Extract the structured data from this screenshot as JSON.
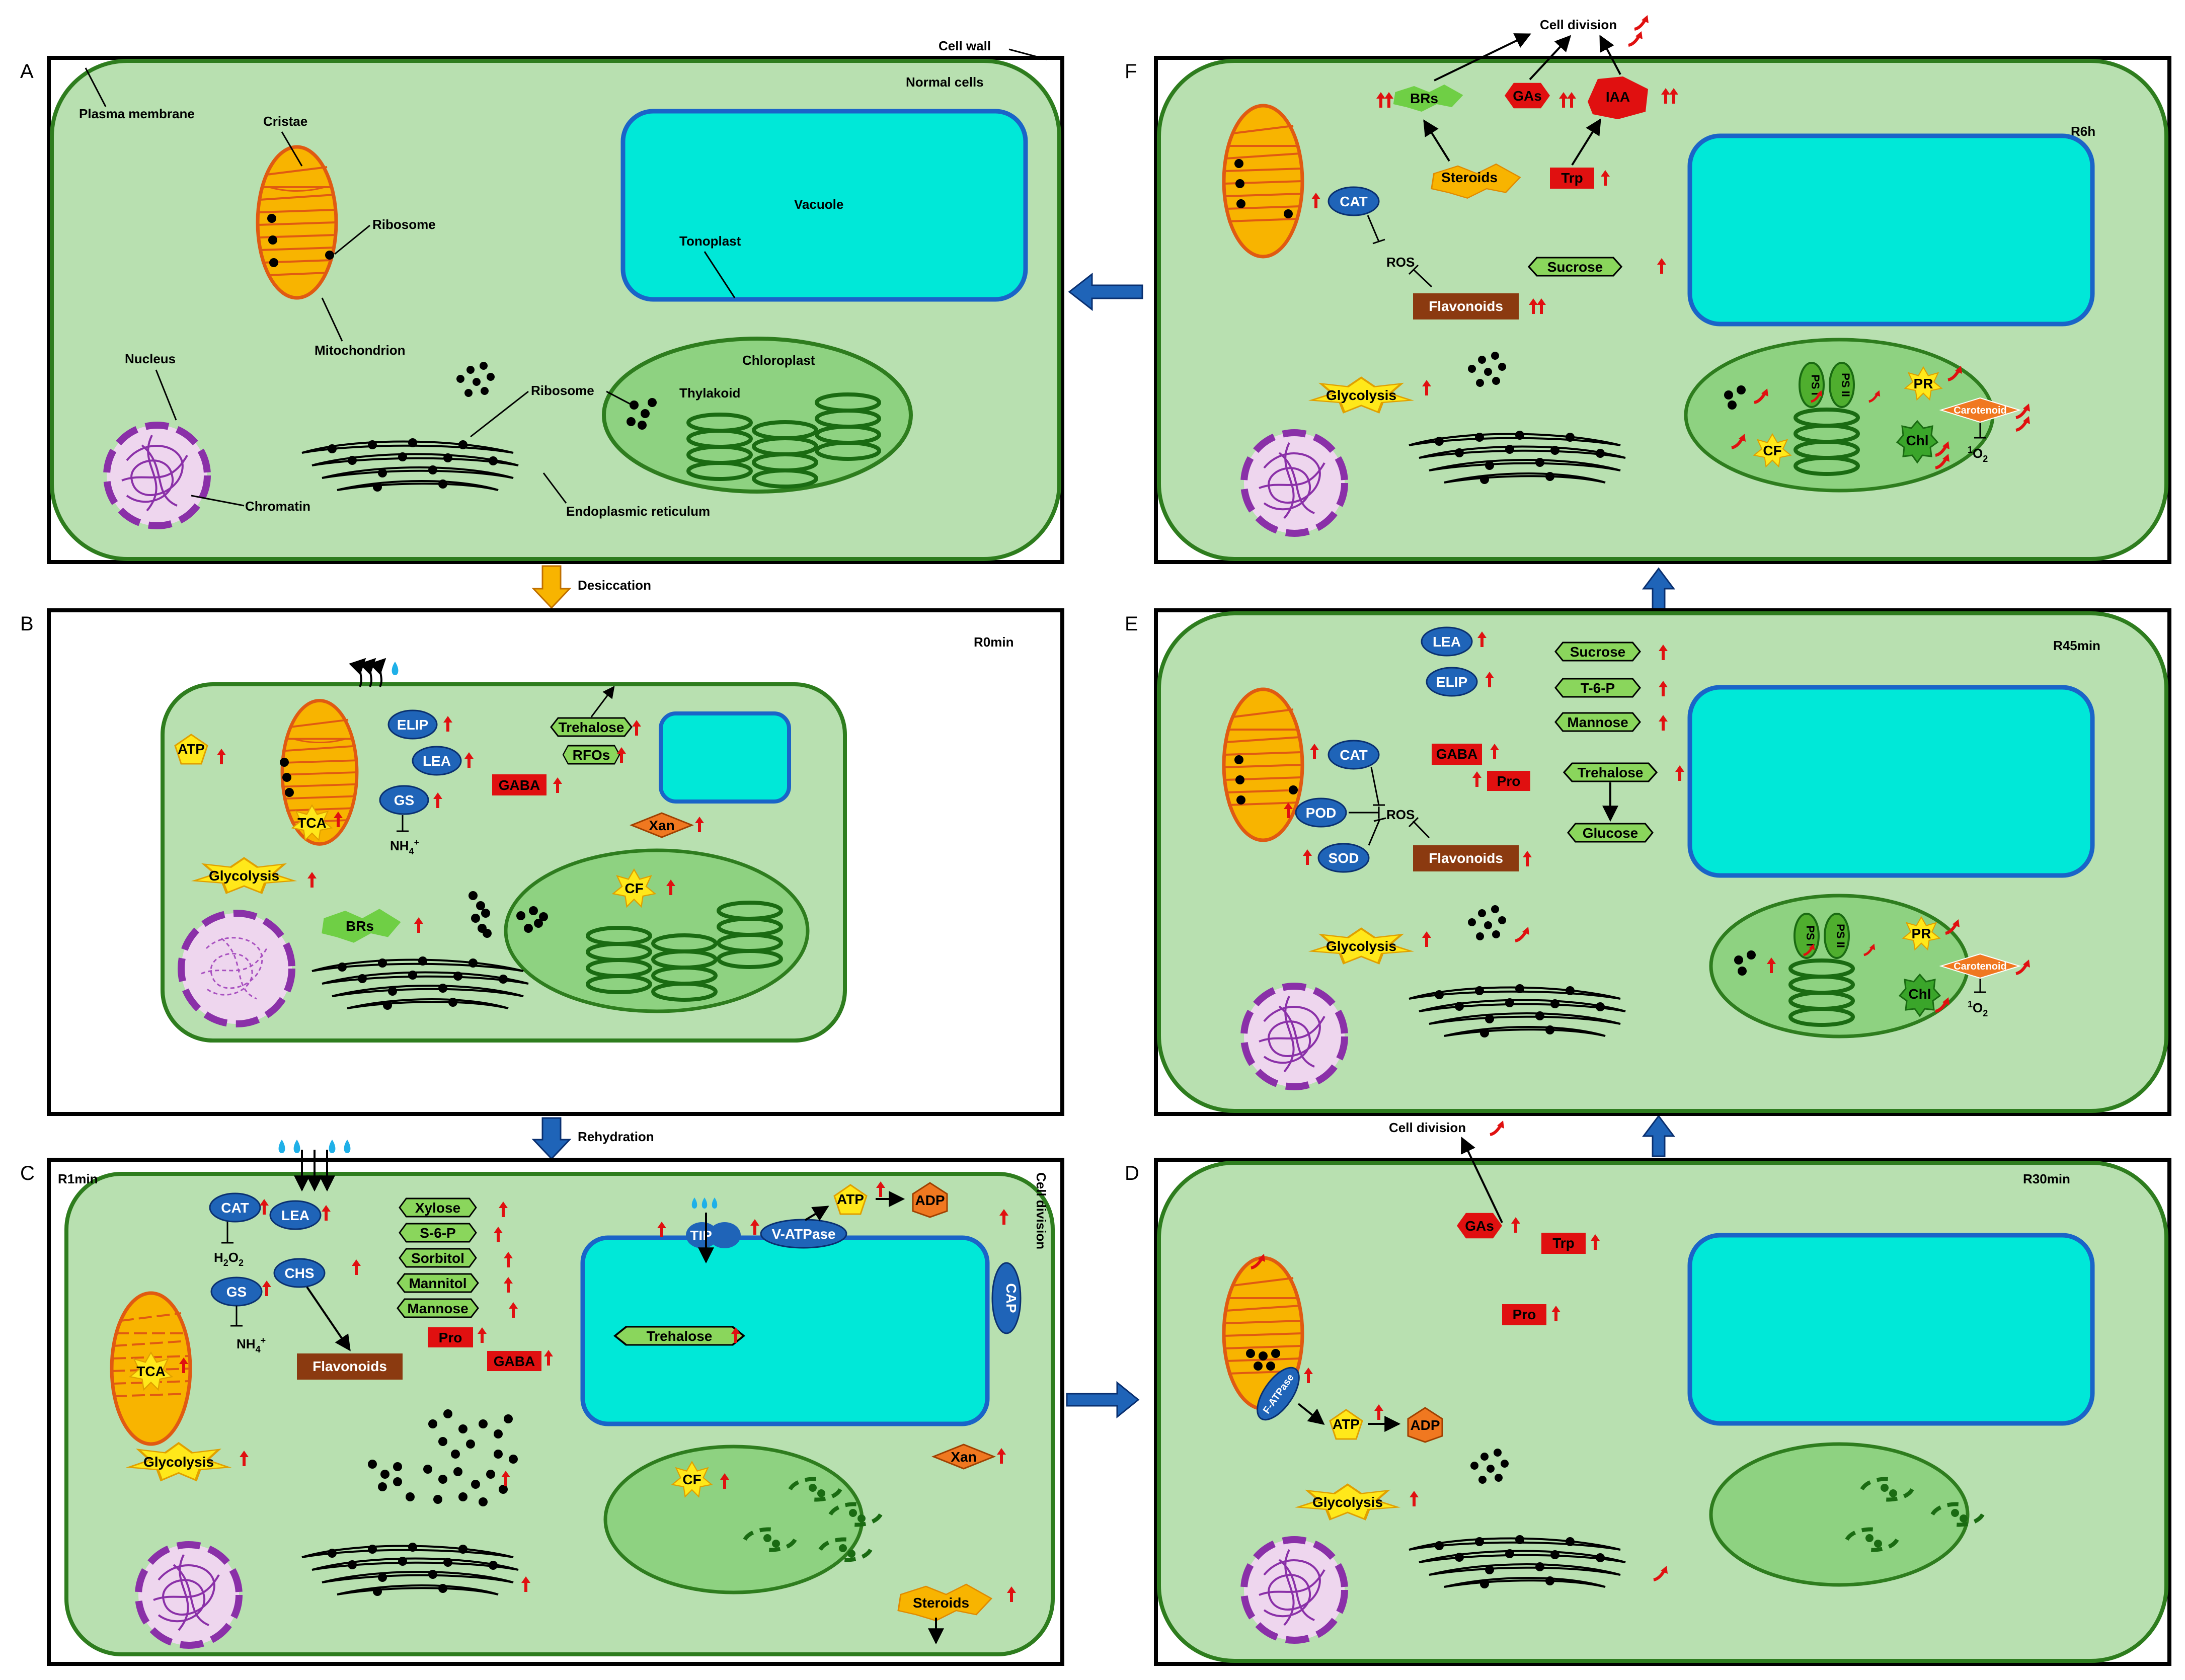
{
  "colors": {
    "cytoplasm": "#b8e0b0",
    "cell_border": "#2e7d1e",
    "vacuole": "#00e8d8",
    "vacuole_border": "#1a64c8",
    "chloroplast": "#8ed281",
    "mito_fill": "#f8b400",
    "mito_stroke": "#e05a12",
    "nucleus": "#eed6ee",
    "nucleus_border": "#8a30a8",
    "blue_enzyme": "#1f64b8",
    "red_box": "#e01010",
    "brown_box": "#8b3a10",
    "green_hex": "#8ad65c",
    "yellow_star": "#ffe81a",
    "orange_shape": "#f07820",
    "up_arrow": "#e01010",
    "transition_arrow": "#1f64b8",
    "desiccation_arrow": "#f8b400"
  },
  "panels": {
    "A": {
      "letter": "A",
      "stage": "Normal cells"
    },
    "B": {
      "letter": "B",
      "stage": "R0min"
    },
    "C": {
      "letter": "C",
      "stage": "R1min"
    },
    "D": {
      "letter": "D",
      "stage": "R30min"
    },
    "E": {
      "letter": "E",
      "stage": "R45min"
    },
    "F": {
      "letter": "F",
      "stage": "R6h"
    }
  },
  "transitions": {
    "desiccation": "Desiccation",
    "rehydration": "Rehydration"
  },
  "annotations": {
    "cell_wall": "Cell wall",
    "plasma_membrane": "Plasma membrane",
    "cristae": "Cristae",
    "ribosome": "Ribosome",
    "mitochondrion": "Mitochondrion",
    "vacuole": "Vacuole",
    "tonoplast": "Tonoplast",
    "nucleus": "Nucleus",
    "chromatin": "Chromatin",
    "chloroplast": "Chloroplast",
    "thylakoid": "Thylakoid",
    "endoplasmic_reticulum": "Endoplasmic reticulum",
    "cell_division": "Cell division"
  },
  "molecules": {
    "ATP": "ATP",
    "ADP": "ADP",
    "TCA": "TCA",
    "Glycolysis": "Glycolysis",
    "ELIP": "ELIP",
    "LEA": "LEA",
    "GS": "GS",
    "NH4": "NH",
    "NH4_sub": "4",
    "NH4_sup": "+",
    "Trehalose": "Trehalose",
    "RFOs": "RFOs",
    "GABA": "GABA",
    "Xan": "Xan",
    "BRs": "BRs",
    "CF": "CF",
    "CAT": "CAT",
    "H2O2_h": "H",
    "H2O2_2": "2",
    "H2O2_o": "O",
    "CHS": "CHS",
    "Flavonoids": "Flavonoids",
    "Xylose": "Xylose",
    "S6P": "S-6-P",
    "Sorbitol": "Sorbitol",
    "Mannitol": "Mannitol",
    "Mannose": "Mannose",
    "Pro": "Pro",
    "TIP": "TIP",
    "VATPase": "V-ATPase",
    "CAP": "CAP",
    "Steroids": "Steroids",
    "GAs": "GAs",
    "Trp": "Trp",
    "FATPase": "F-ATPase",
    "Sucrose": "Sucrose",
    "T6P": "T-6-P",
    "Glucose": "Glucose",
    "POD": "POD",
    "SOD": "SOD",
    "ROS": "ROS",
    "PSI": "PS I",
    "PSII": "PS II",
    "PR": "PR",
    "Chl": "Chl",
    "Carotenoid": "Carotenoid",
    "O2_sup": "1",
    "O2_o": "O",
    "O2_sub": "2",
    "IAA": "IAA"
  }
}
